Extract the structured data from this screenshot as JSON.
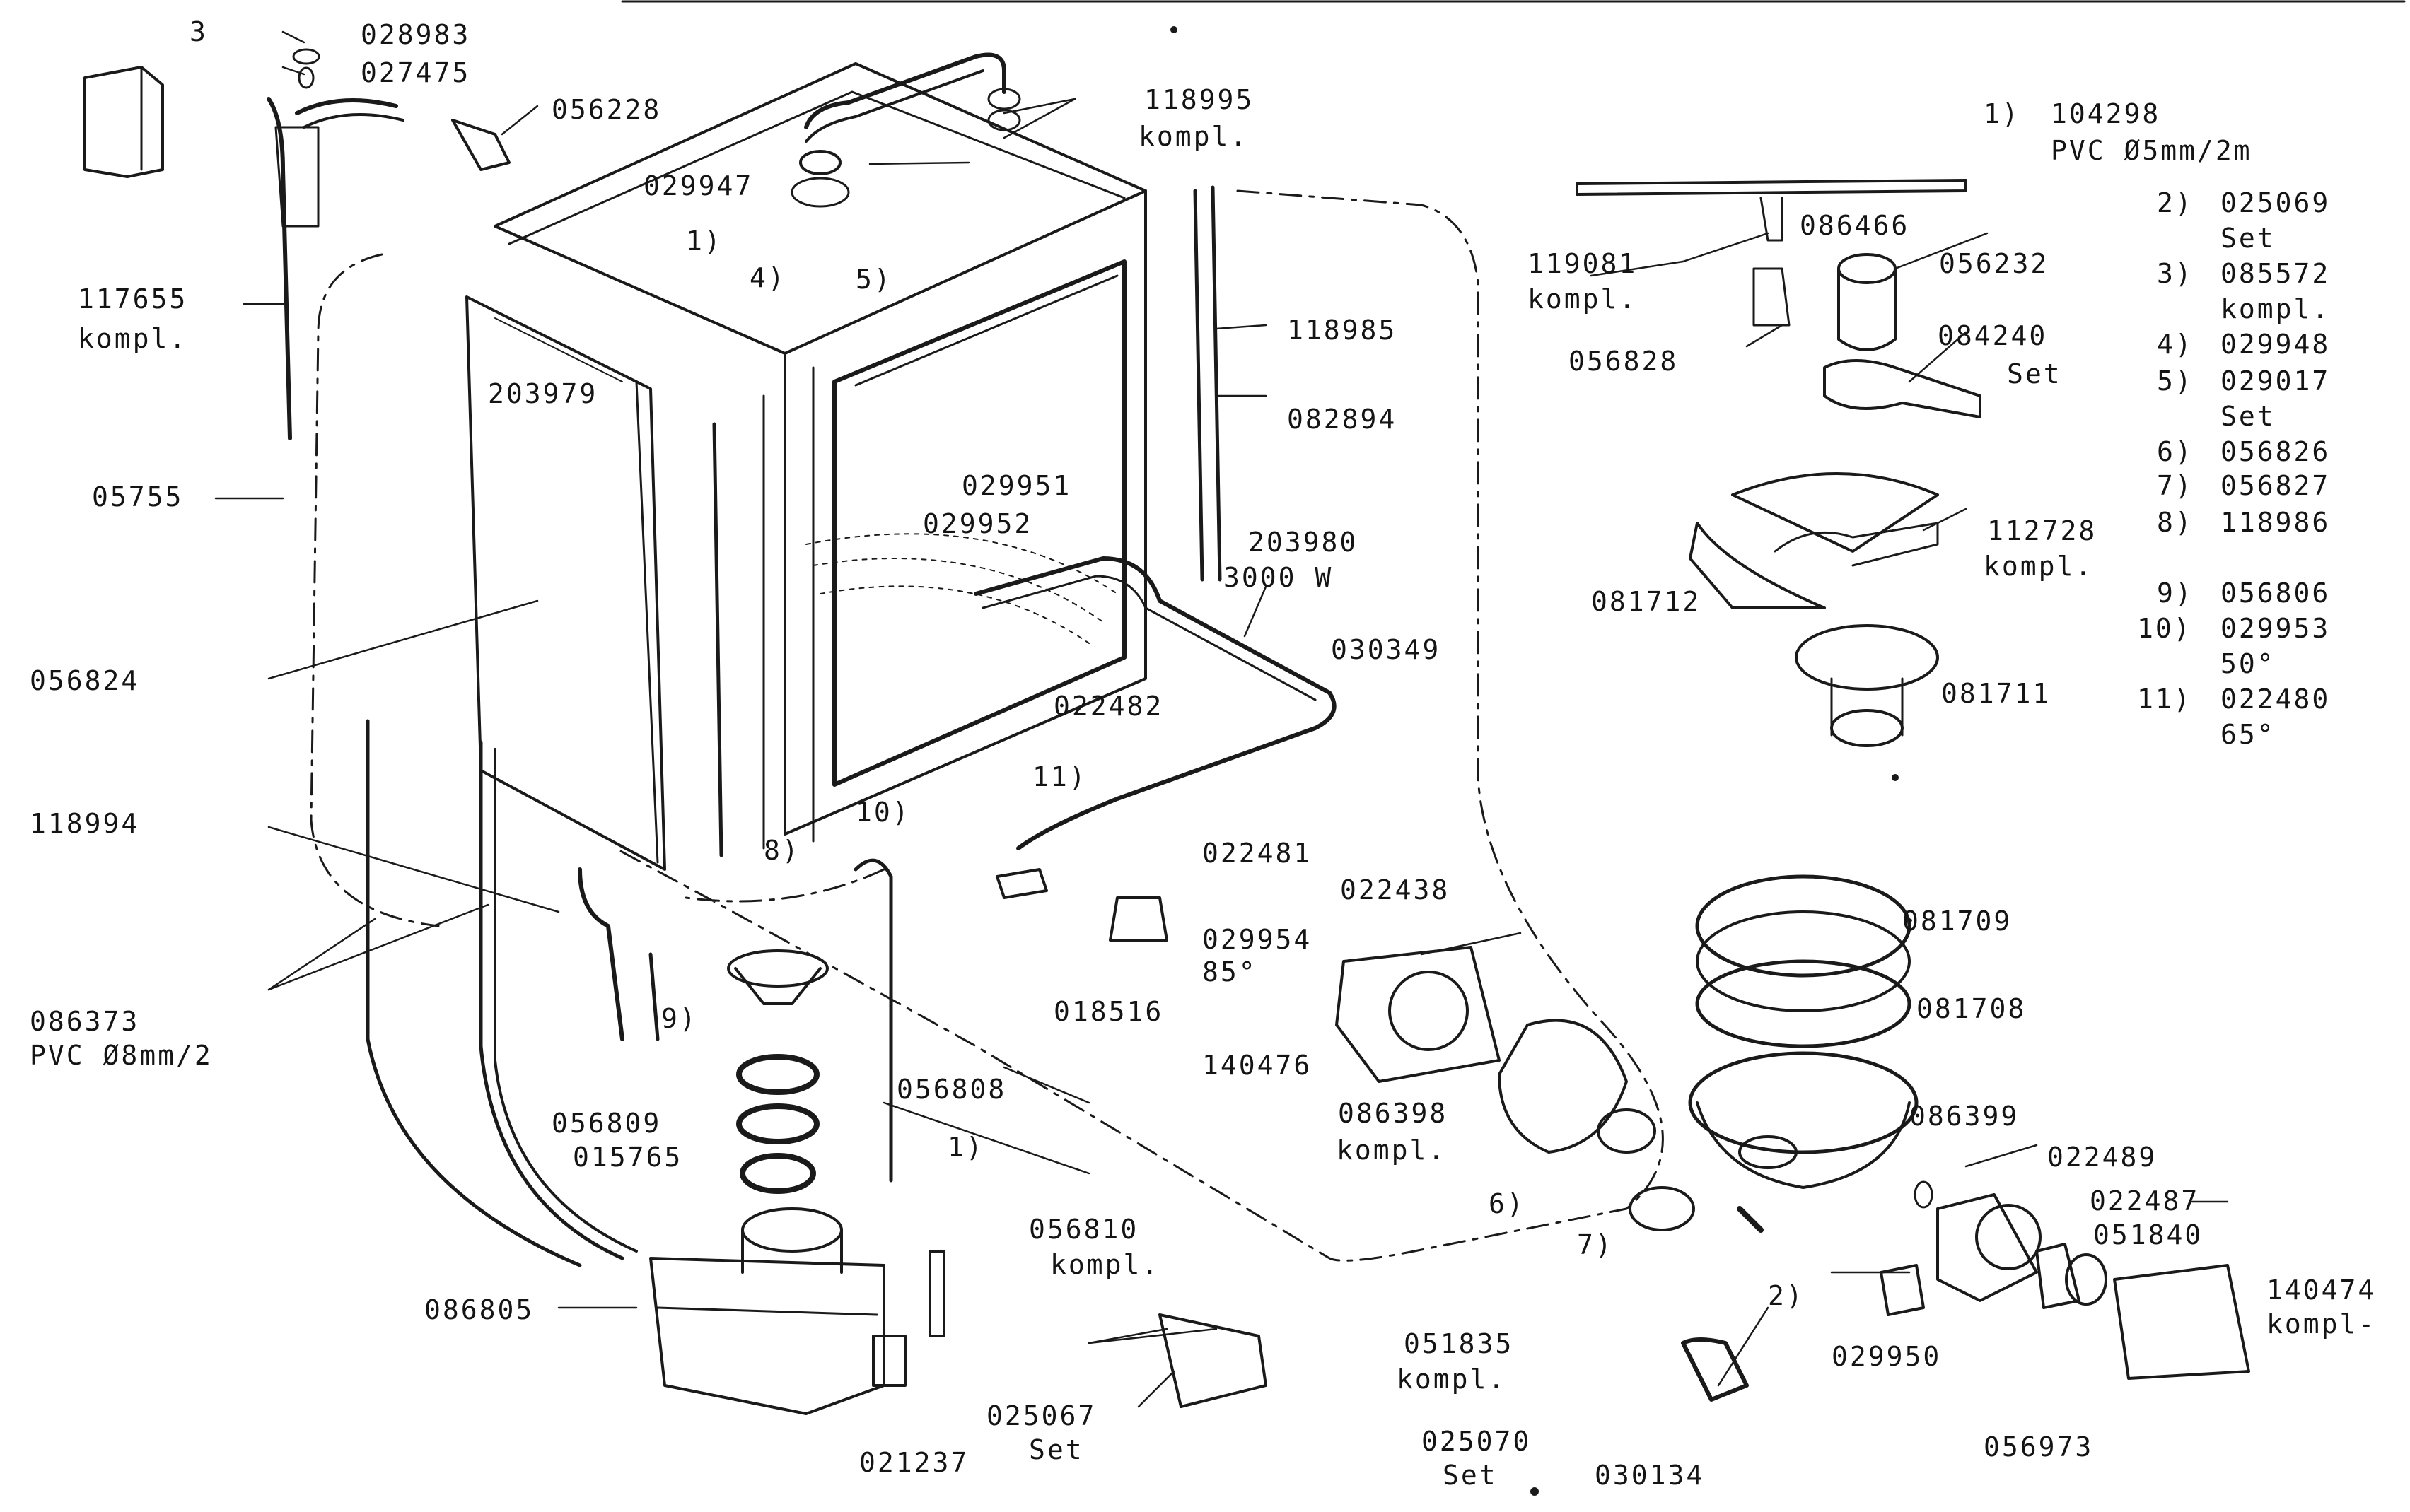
{
  "diagram": {
    "part_labels": {
      "p3": "3",
      "p028983": "028983",
      "p027475": "027475",
      "p056228": "056228",
      "p117655": "117655",
      "kompl_a": "kompl.",
      "p05755": "05755",
      "p203979": "203979",
      "p056824": "056824",
      "p118994": "118994",
      "p086373": "086373",
      "pvc8": "PVC Ø8mm/2",
      "p086805": "086805",
      "p021237": "021237",
      "p118995": "118995",
      "kompl_b": "kompl.",
      "p029947": "029947",
      "r1a": "1)",
      "r4": "4)",
      "r5": "5)",
      "p118985": "118985",
      "p082894": "082894",
      "p029951": "029951",
      "p029952": "029952",
      "p203980": "203980",
      "w3000": "3000 W",
      "p030349": "030349",
      "p022482": "022482",
      "r11": "11)",
      "r10": "10)",
      "r8": "8)",
      "p022481": "022481",
      "p022438": "022438",
      "p029954": "029954",
      "deg85": "85°",
      "p018516": "018516",
      "r9": "9)",
      "p056808": "056808",
      "p056809": "056809",
      "p015765": "015765",
      "r1b": "1)",
      "p056810": "056810",
      "kompl_c": "kompl.",
      "p051835": "051835",
      "kompl_d": "kompl.",
      "p025067": "025067",
      "set_a": "Set",
      "p025070": "025070",
      "set_b": "Set",
      "p140476": "140476",
      "p086398": "086398",
      "kompl_e": "kompl.",
      "r6": "6)",
      "r7": "7)",
      "p030134": "030134",
      "r2": "2)",
      "p029950": "029950",
      "p056973": "056973",
      "p081709": "081709",
      "p081708": "081708",
      "p086399": "086399",
      "p022489": "022489",
      "p022487": "022487",
      "p051840": "051840",
      "p140474": "140474",
      "kompl_f": "kompl-",
      "p119081": "119081",
      "kompl_g": "kompl.",
      "p086466": "086466",
      "p056232": "056232",
      "p056828": "056828",
      "p084240": "084240",
      "set_c": "Set",
      "p112728": "112728",
      "kompl_h": "kompl.",
      "p081712": "081712",
      "p081711": "081711"
    },
    "legend": [
      {
        "ref": "1)",
        "part": "104298",
        "note": "PVC Ø5mm/2m"
      },
      {
        "ref": "2)",
        "part": "025069",
        "note": "Set"
      },
      {
        "ref": "3)",
        "part": "085572",
        "note": "kompl."
      },
      {
        "ref": "4)",
        "part": "029948",
        "note": ""
      },
      {
        "ref": "5)",
        "part": "029017",
        "note": "Set"
      },
      {
        "ref": "6)",
        "part": "056826",
        "note": ""
      },
      {
        "ref": "7)",
        "part": "056827",
        "note": ""
      },
      {
        "ref": "8)",
        "part": "118986",
        "note": ""
      },
      {
        "ref": "9)",
        "part": "056806",
        "note": ""
      },
      {
        "ref": "10)",
        "part": "029953",
        "note": "50°"
      },
      {
        "ref": "11)",
        "part": "022480",
        "note": "65°"
      }
    ]
  }
}
